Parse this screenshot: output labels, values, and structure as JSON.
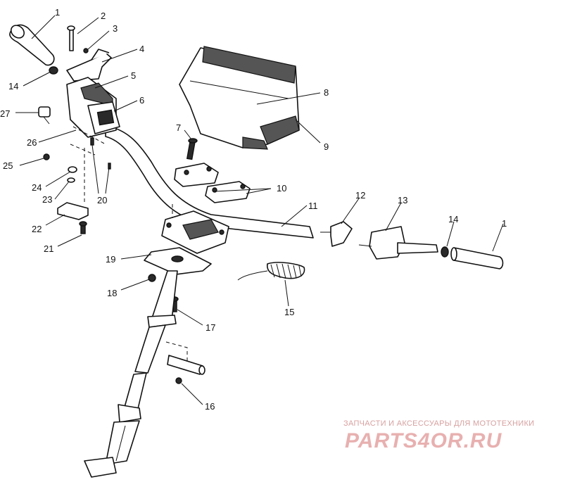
{
  "callouts": [
    {
      "id": "c1a",
      "text": "1"
    },
    {
      "id": "c2",
      "text": "2"
    },
    {
      "id": "c3",
      "text": "3"
    },
    {
      "id": "c4",
      "text": "4"
    },
    {
      "id": "c14a",
      "text": "14"
    },
    {
      "id": "c5",
      "text": "5"
    },
    {
      "id": "c6",
      "text": "6"
    },
    {
      "id": "c27",
      "text": "27"
    },
    {
      "id": "c26",
      "text": "26"
    },
    {
      "id": "c25",
      "text": "25"
    },
    {
      "id": "c24",
      "text": "24"
    },
    {
      "id": "c23",
      "text": "23"
    },
    {
      "id": "c20",
      "text": "20"
    },
    {
      "id": "c22",
      "text": "22"
    },
    {
      "id": "c21",
      "text": "21"
    },
    {
      "id": "c7",
      "text": "7"
    },
    {
      "id": "c8",
      "text": "8"
    },
    {
      "id": "c9",
      "text": "9"
    },
    {
      "id": "c10",
      "text": "10"
    },
    {
      "id": "c11",
      "text": "11"
    },
    {
      "id": "c12",
      "text": "12"
    },
    {
      "id": "c13",
      "text": "13"
    },
    {
      "id": "c14b",
      "text": "14"
    },
    {
      "id": "c1b",
      "text": "1"
    },
    {
      "id": "c19",
      "text": "19"
    },
    {
      "id": "c18",
      "text": "18"
    },
    {
      "id": "c17",
      "text": "17"
    },
    {
      "id": "c15",
      "text": "15"
    },
    {
      "id": "c16",
      "text": "16"
    }
  ],
  "watermark": {
    "subtitle": "ЗАПЧАСТИ И АКСЕССУАРЫ ДЛЯ МОТОТЕХНИКИ",
    "brand": "PARTS4OR.RU"
  }
}
